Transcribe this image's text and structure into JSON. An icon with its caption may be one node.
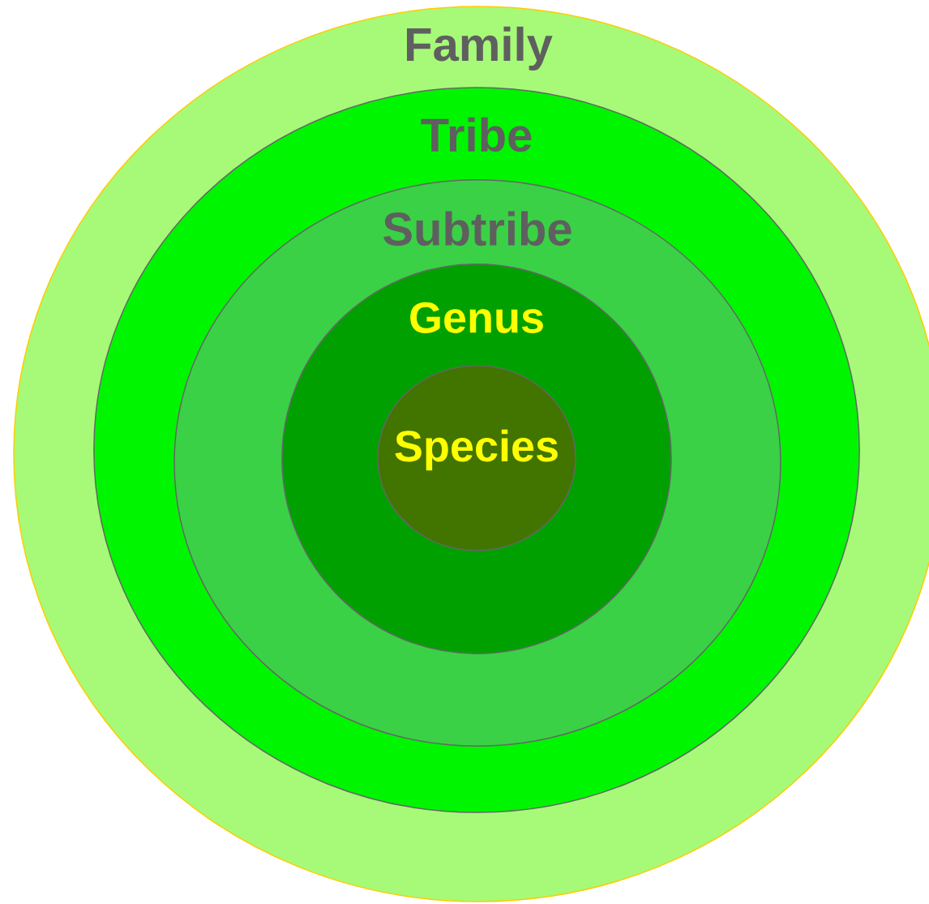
{
  "diagram": {
    "nodes": [
      {
        "text": [
          "Family"
        ]
      },
      {
        "text": [
          "Tribe"
        ],
        "in": 0
      },
      {
        "text": [
          "Subtribe"
        ],
        "in": 1
      },
      {
        "text": [
          "Genus"
        ],
        "in": 2
      },
      {
        "text": [
          "Species"
        ],
        "in": 3
      }
    ]
  }
}
